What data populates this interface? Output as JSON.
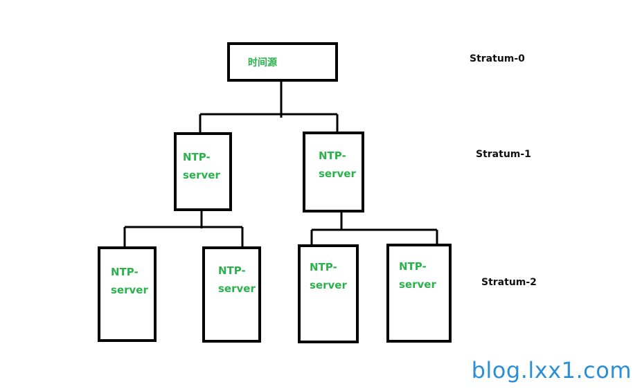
{
  "diagram": {
    "root": {
      "label": "时间源"
    },
    "level1": [
      {
        "label": "NTP-\nserver"
      },
      {
        "label": "NTP-\nserver"
      }
    ],
    "level2": [
      {
        "label": "NTP-\nserver"
      },
      {
        "label": "NTP-\nserver"
      },
      {
        "label": "NTP-\nserver"
      },
      {
        "label": "NTP-\nserver"
      }
    ],
    "strata": [
      "Stratum-0",
      "Stratum-1",
      "Stratum-2"
    ]
  },
  "watermark": "blog.lxx1.com",
  "colors": {
    "node_text": "#2bb24c",
    "watermark": "#2a8fd6",
    "lines": "#000000"
  }
}
